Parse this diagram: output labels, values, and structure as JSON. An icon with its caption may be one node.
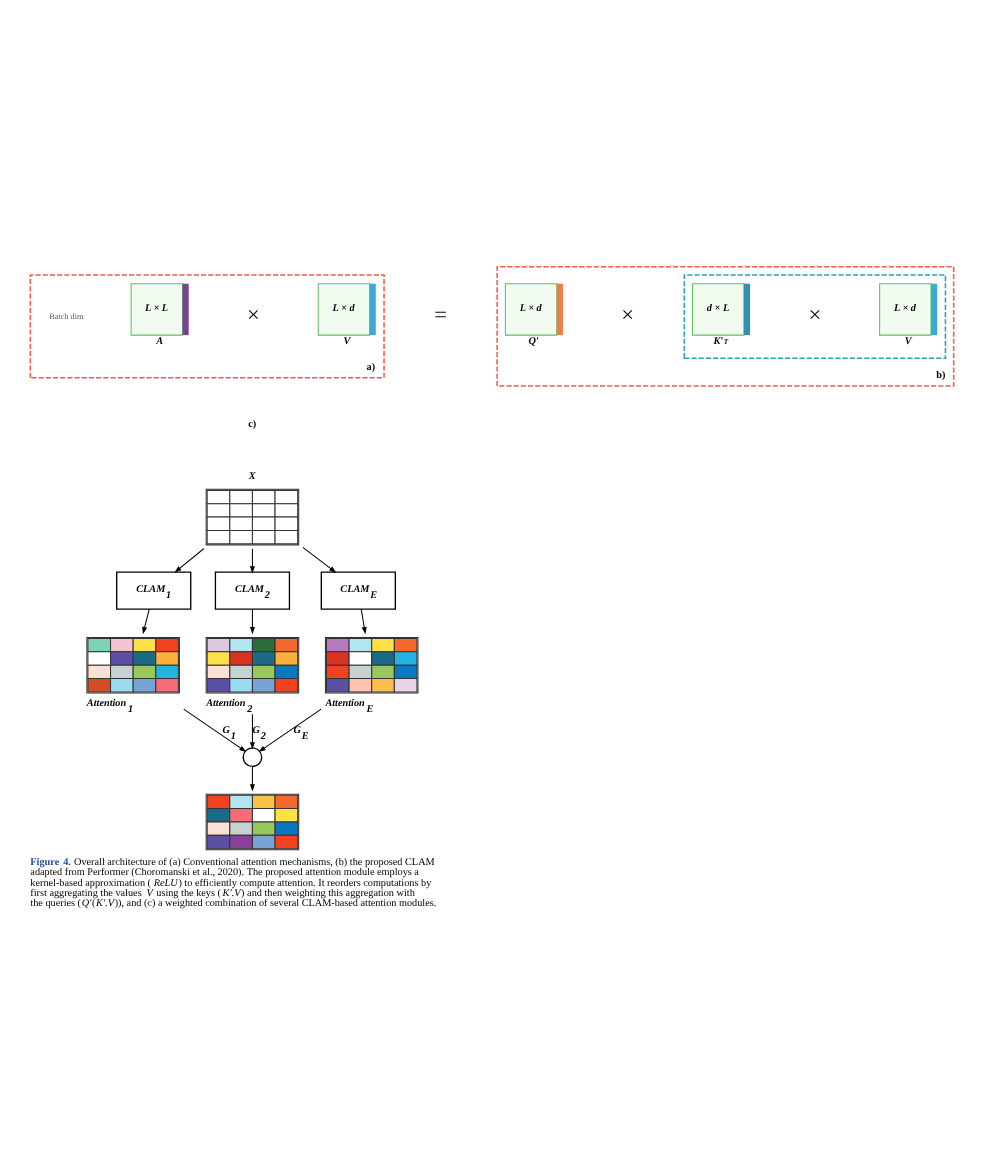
{
  "diagram": {
    "caption": "**Figure 4.** Overall architecture of (a) Conventional attention mechanisms, (b) the proposed CLAM adapted from Performer (Choromanski et al., 2020). The proposed attention module employs a kernel-based approximation (*ReLU*) to efficiently compute attention. It reorders computations by first aggregating the values *V* using the keys (*K′.V*) and then weighting this aggregation with the queries (*Q′*(*K′.V*)), and (c) a weighted combination of several CLAM-based attention modules.",
    "nodes": [
      {
        "text": [
          "a)"
        ]
      },
      {
        "text": [
          "L × L"
        ],
        "in": 0,
        "beside": [
          "A"
        ]
      },
      {
        "text": [
          "L × d"
        ],
        "in": 0,
        "beside": [
          "V"
        ]
      },
      {
        "text": [
          "b)"
        ]
      },
      {
        "text": [
          "L × d"
        ],
        "in": 3,
        "beside": [
          "Q′"
        ]
      },
      {
        "text": [],
        "shape": "box",
        "in": 3
      },
      {
        "text": [
          "d × L"
        ],
        "in": 5,
        "beside": [
          "K′$^{T}$"
        ]
      },
      {
        "text": [
          "L × d"
        ],
        "in": 5,
        "beside": [
          "V"
        ]
      },
      {
        "text": [
          "X"
        ]
      },
      {
        "text": [
          "CLAM$_{1}$"
        ]
      },
      {
        "text": [
          "CLAM$_{2}$"
        ]
      },
      {
        "text": [
          "CLAM$_{E}$"
        ]
      },
      {
        "text": [
          "Attention$_{1}$"
        ]
      },
      {
        "text": [
          "Attention$_{2}$"
        ]
      },
      {
        "text": [
          "Attention$_{E}$"
        ]
      },
      {
        "text": [],
        "shape": "circle"
      },
      {
        "text": [],
        "shape": "grid"
      }
    ],
    "edges": [
      {
        "from": 8,
        "to": 9,
        "arrow": "to"
      },
      {
        "from": 8,
        "to": 10,
        "arrow": "to"
      },
      {
        "from": 8,
        "to": 11,
        "arrow": "to"
      },
      {
        "from": 9,
        "to": 12,
        "arrow": "to"
      },
      {
        "from": 10,
        "to": 13,
        "arrow": "to"
      },
      {
        "from": 11,
        "to": 14,
        "arrow": "to"
      },
      {
        "from": 12,
        "to": 15,
        "arrow": "to",
        "label": "G$_{1}$"
      },
      {
        "from": 13,
        "to": 15,
        "arrow": "to",
        "label": "G$_{2}$"
      },
      {
        "from": 14,
        "to": 15,
        "arrow": "to",
        "label": "G$_{E}$"
      },
      {
        "from": 15,
        "to": 16,
        "arrow": "to"
      }
    ],
    "labels": [
      "Batch dim",
      "×",
      "=",
      "×",
      "×",
      "c)"
    ]
  }
}
